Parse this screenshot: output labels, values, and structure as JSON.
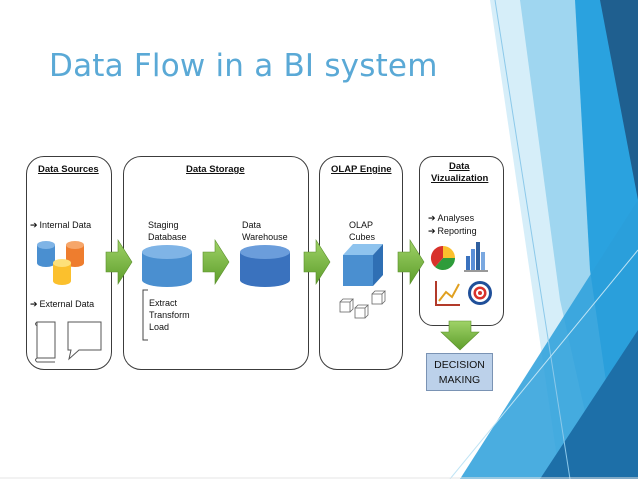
{
  "slide": {
    "title": "Data Flow in a BI system"
  },
  "panels": {
    "sources": {
      "title": "Data Sources",
      "internal": "Internal Data",
      "external": "External Data"
    },
    "storage": {
      "title": "Data Storage",
      "staging_line1": "Staging",
      "staging_line2": "Database",
      "warehouse_line1": "Data",
      "warehouse_line2": "Warehouse",
      "etl_line1": "Extract",
      "etl_line2": "Transform",
      "etl_line3": "Load"
    },
    "olap": {
      "title": "OLAP Engine",
      "cubes_line1": "OLAP",
      "cubes_line2": "Cubes"
    },
    "viz": {
      "title_line1": "Data",
      "title_line2": "Vizualization",
      "item1": "Analyses",
      "item2": "Reporting"
    }
  },
  "decision": {
    "line1": "DECISION",
    "line2": "MAKING"
  },
  "icons": {
    "bullet_arrow": "➔"
  },
  "colors": {
    "title": "#5aa9d6",
    "flow_arrow": "#7dbb42",
    "db_blue": "#4a8fd0",
    "db_orange": "#ee7d2e",
    "db_yellow": "#fbc02d",
    "decision_bg": "#bcd1ea"
  }
}
